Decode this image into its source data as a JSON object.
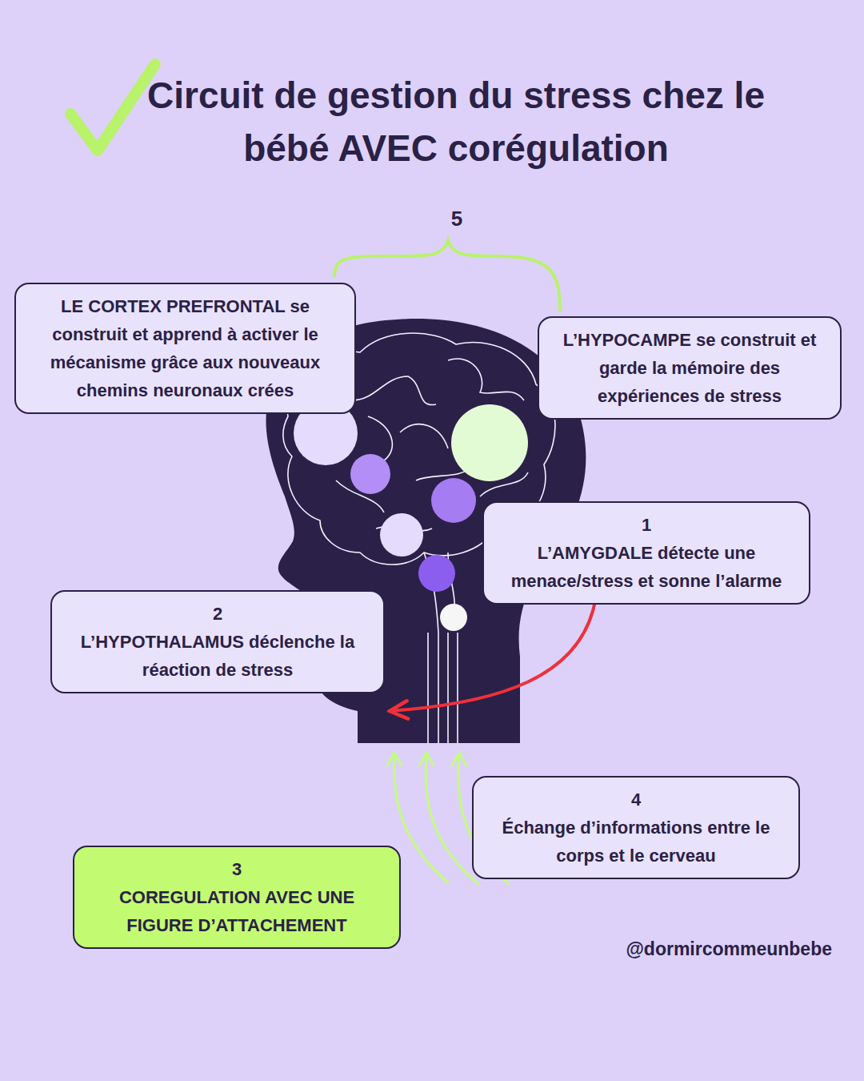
{
  "diagram": {
    "title": "Circuit de gestion du stress chez le bébé AVEC corégulation",
    "nodes": [
      {
        "text": [
          "LE CORTEX PREFRONTAL se construit et apprend à activer le mécanisme grâce aux nouveaux chemins neuronaux crées"
        ]
      },
      {
        "text": [
          "L’HYPOCAMPE se construit et garde la mémoire des expériences de stress"
        ]
      },
      {
        "text": [
          "1",
          "L’AMYGDALE détecte une menace/stress et sonne l’alarme"
        ]
      },
      {
        "text": [
          "2",
          "L’HYPOTHALAMUS déclenche la réaction de stress"
        ]
      },
      {
        "text": [
          "4",
          "Échange d’informations entre le corps et le cerveau"
        ]
      },
      {
        "text": [
          "3",
          "COREGULATION AVEC UNE FIGURE D’ATTACHEMENT"
        ]
      }
    ],
    "edges": [
      {
        "from": 2,
        "to": 3,
        "arrow": "to"
      }
    ],
    "labels": [
      "5",
      "@dormircommeunbebe"
    ]
  }
}
